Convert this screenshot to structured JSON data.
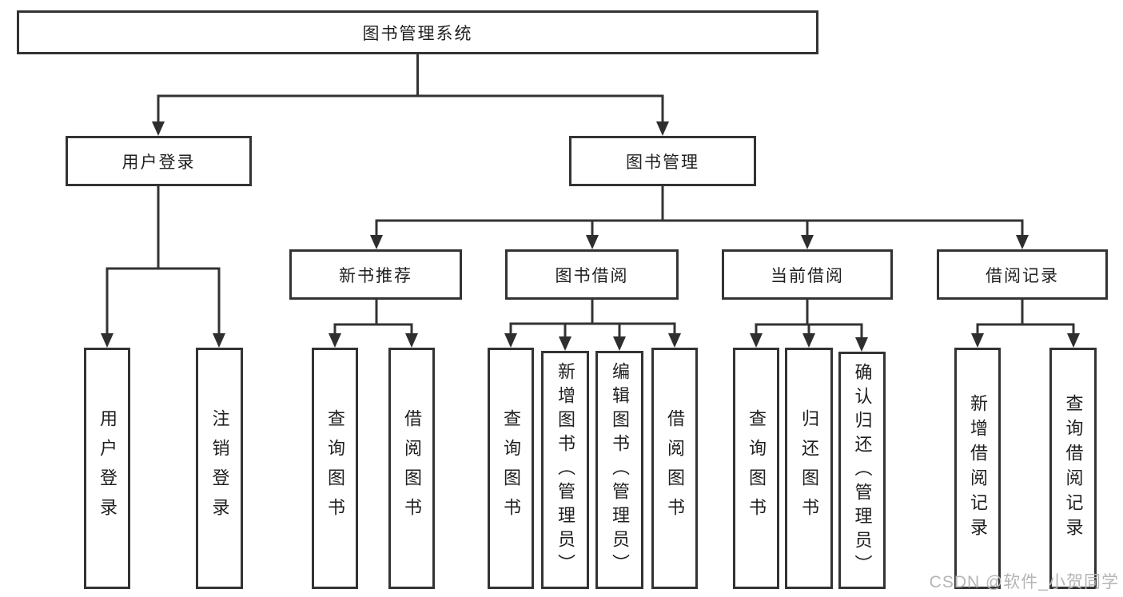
{
  "tree": {
    "label": "图书管理系统",
    "children": [
      {
        "label": "用户登录",
        "children": [
          {
            "label": "用户登录"
          },
          {
            "label": "注销登录"
          }
        ]
      },
      {
        "label": "图书管理",
        "children": [
          {
            "label": "新书推荐",
            "children": [
              {
                "label": "查询图书"
              },
              {
                "label": "借阅图书"
              }
            ]
          },
          {
            "label": "图书借阅",
            "children": [
              {
                "label": "查询图书"
              },
              {
                "label": "新增图书（管理员）"
              },
              {
                "label": "编辑图书（管理员）"
              },
              {
                "label": "借阅图书"
              }
            ]
          },
          {
            "label": "当前借阅",
            "children": [
              {
                "label": "查询图书"
              },
              {
                "label": "归还图书"
              },
              {
                "label": "确认归还（管理员）"
              }
            ]
          },
          {
            "label": "借阅记录",
            "children": [
              {
                "label": "新增借阅记录"
              },
              {
                "label": "查询借阅记录"
              }
            ]
          }
        ]
      }
    ]
  },
  "watermark": {
    "text": "CSDN @软件_小贺同学"
  },
  "colors": {
    "line": "#333333",
    "box_border": "#333333",
    "text": "#1f1f1f",
    "watermark": "#b5b5b5",
    "background": "#ffffff"
  }
}
